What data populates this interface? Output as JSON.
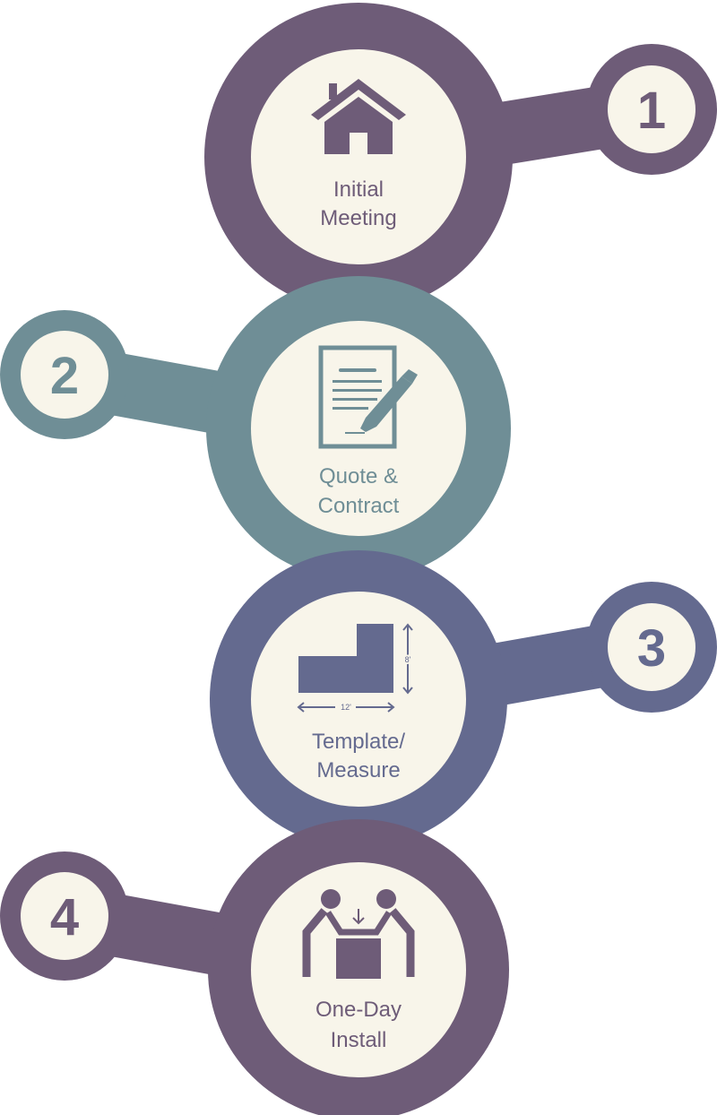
{
  "colors": {
    "cream": "#f8f5ea",
    "purple": "#6e5c78",
    "teal": "#6f8e96",
    "indigo": "#646a8f"
  },
  "steps": [
    {
      "number": "1",
      "line1": "Initial",
      "line2": "Meeting",
      "icon": "house-icon"
    },
    {
      "number": "2",
      "line1": "Quote &",
      "line2": "Contract",
      "icon": "contract-pen-icon"
    },
    {
      "number": "3",
      "line1": "Template/",
      "line2": "Measure",
      "icon": "countertop-measure-icon",
      "dim_width": "12'",
      "dim_height": "8'"
    },
    {
      "number": "4",
      "line1": "One-Day",
      "line2": "Install",
      "icon": "two-people-install-icon"
    }
  ]
}
